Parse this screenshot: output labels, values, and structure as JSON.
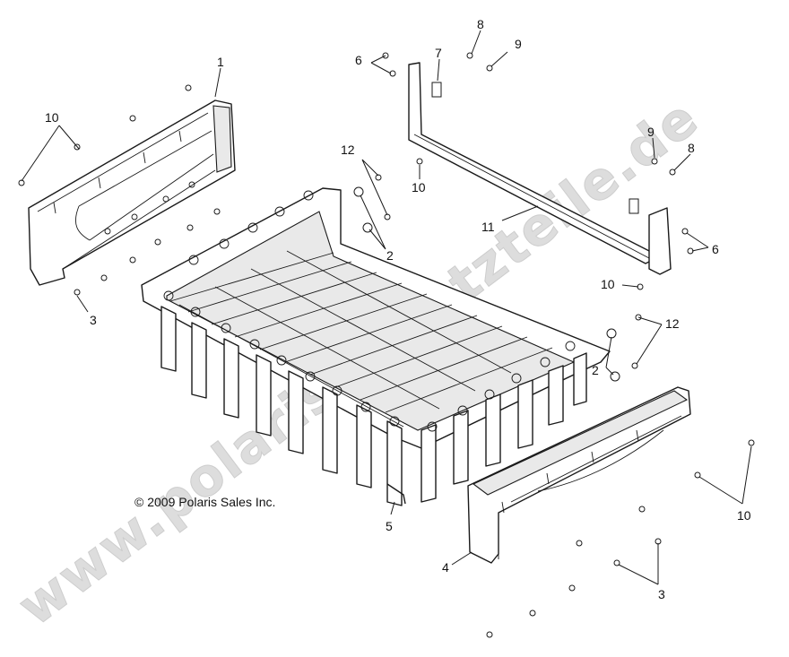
{
  "copyright": "© 2009 Polaris Sales Inc.",
  "watermark": "www.polaris-ersatzteile.de",
  "callouts": {
    "c1": "1",
    "c2a": "2",
    "c2b": "2",
    "c3a": "3",
    "c3b": "3",
    "c4": "4",
    "c5": "5",
    "c6a": "6",
    "c6b": "6",
    "c7": "7",
    "c8a": "8",
    "c8b": "8",
    "c9a": "9",
    "c9b": "9",
    "c10a": "10",
    "c10b": "10",
    "c10c": "10",
    "c10d": "10",
    "c11": "11",
    "c12a": "12",
    "c12b": "12"
  }
}
